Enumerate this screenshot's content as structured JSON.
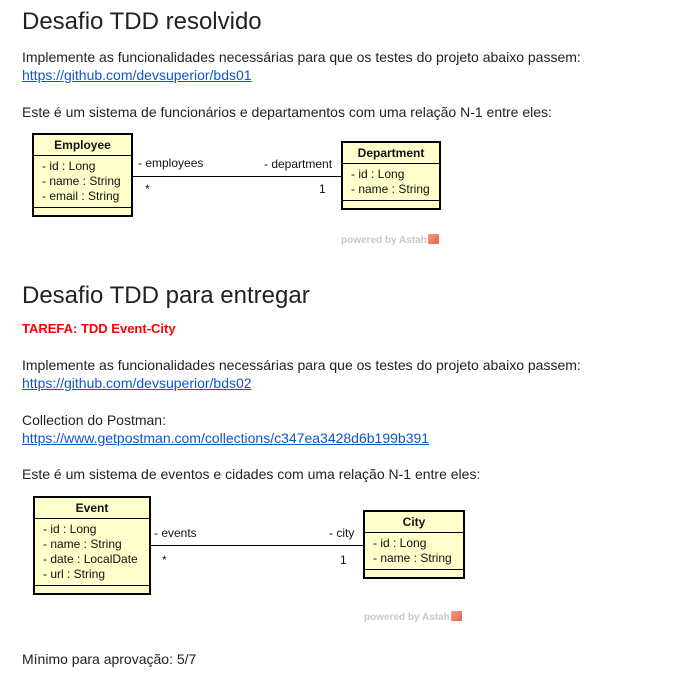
{
  "section1": {
    "title": "Desafio TDD resolvido",
    "intro": "Implemente as funcionalidades necessárias para que os testes do projeto abaixo passem:",
    "link": "https://github.com/devsuperior/bds01",
    "relation_text": "Este é um sistema de funcionários e departamentos com uma relação N-1 entre eles:",
    "diagram": {
      "class_a": {
        "name": "Employee",
        "attrs": [
          "- id : Long",
          "- name : String",
          "- email : String"
        ]
      },
      "class_b": {
        "name": "Department",
        "attrs": [
          "- id : Long",
          "- name : String"
        ]
      },
      "role_a": "- employees",
      "mult_a": "*",
      "role_b": "- department",
      "mult_b": "1",
      "powered": "powered by Astah"
    }
  },
  "section2": {
    "title": "Desafio TDD para entregar",
    "task": "TAREFA: TDD Event-City",
    "intro": "Implemente as funcionalidades necessárias para que os testes do projeto abaixo passem:",
    "link": "https://github.com/devsuperior/bds02",
    "postman_label": "Collection do Postman:",
    "postman_link": "https://www.getpostman.com/collections/c347ea3428d6b199b391",
    "relation_text": "Este é um sistema de eventos e cidades com uma relação N-1 entre eles:",
    "diagram": {
      "class_a": {
        "name": "Event",
        "attrs": [
          "- id : Long",
          "- name : String",
          "- date : LocalDate",
          "- url : String"
        ]
      },
      "class_b": {
        "name": "City",
        "attrs": [
          "- id : Long",
          "- name : String"
        ]
      },
      "role_a": "- events",
      "mult_a": "*",
      "role_b": "- city",
      "mult_b": "1",
      "powered": "powered by Astah"
    },
    "min_approval": "Mínimo para aprovação: 5/7"
  },
  "colors": {
    "class_fill": "#ffffcc",
    "link": "#1155cc",
    "task": "#ff0000"
  }
}
